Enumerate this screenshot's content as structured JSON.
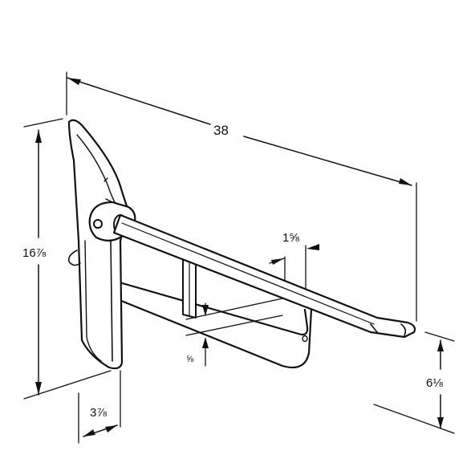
{
  "dimensions": {
    "overall_length": "38",
    "height": "16⅞",
    "wall_offset": "3⅞",
    "bar_spacing": "1⅝",
    "bar_gap": "⅝",
    "end_height": "6⅛"
  },
  "colors": {
    "ink": "#111111",
    "background": "#ffffff"
  }
}
